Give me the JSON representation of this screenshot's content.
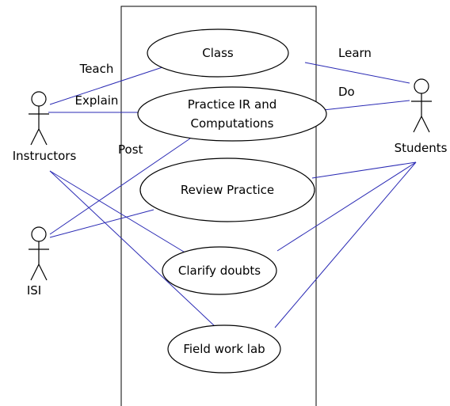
{
  "actors": [
    {
      "id": "instructors",
      "label": "Instructors"
    },
    {
      "id": "isi",
      "label": "ISI"
    },
    {
      "id": "students",
      "label": "Students"
    }
  ],
  "use_cases": [
    {
      "id": "class",
      "lines": [
        "Class"
      ]
    },
    {
      "id": "practice",
      "lines": [
        "Practice IR and",
        "Computations"
      ]
    },
    {
      "id": "review",
      "lines": [
        "Review Practice"
      ]
    },
    {
      "id": "clarify",
      "lines": [
        "Clarify doubts"
      ]
    },
    {
      "id": "fieldwork",
      "lines": [
        "Field work lab"
      ]
    }
  ],
  "associations": [
    {
      "actor": "instructors",
      "use_case": "class",
      "label": "Teach"
    },
    {
      "actor": "instructors",
      "use_case": "practice",
      "label": "Explain"
    },
    {
      "actor": "instructors",
      "use_case": "clarify",
      "label": ""
    },
    {
      "actor": "instructors",
      "use_case": "fieldwork",
      "label": ""
    },
    {
      "actor": "isi",
      "use_case": "practice",
      "label": "Post"
    },
    {
      "actor": "isi",
      "use_case": "review",
      "label": ""
    },
    {
      "actor": "students",
      "use_case": "class",
      "label": "Learn"
    },
    {
      "actor": "students",
      "use_case": "practice",
      "label": "Do"
    },
    {
      "actor": "students",
      "use_case": "review",
      "label": ""
    },
    {
      "actor": "students",
      "use_case": "clarify",
      "label": ""
    },
    {
      "actor": "students",
      "use_case": "fieldwork",
      "label": ""
    }
  ],
  "colors": {
    "line": "#2a2ab4",
    "outline": "#000000",
    "background": "#ffffff"
  }
}
